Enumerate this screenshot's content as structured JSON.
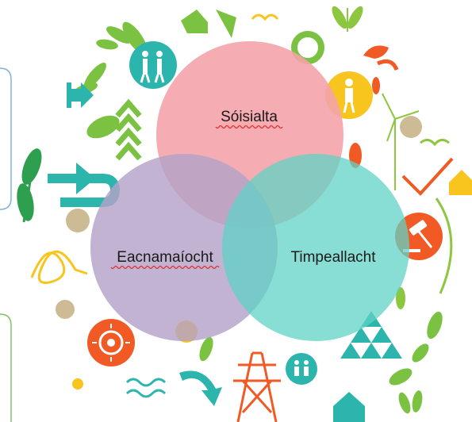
{
  "diagram": {
    "type": "venn",
    "sets": [
      {
        "label": "Sóisialta",
        "color": "#f4a3aa"
      },
      {
        "label": "Eacnamaíocht",
        "color": "#b4a2c8"
      },
      {
        "label": "Timpeallacht",
        "color": "#5fd3c5"
      }
    ]
  },
  "palette": {
    "green": "#7cc242",
    "teal": "#2bb5ad",
    "orange": "#f15a24",
    "yellow": "#f7c51e",
    "tan": "#cdbb95",
    "navy": "#2d4f86"
  },
  "icons": [
    "leaf-icon",
    "people-icon",
    "arrow-icon",
    "chevron-up-icon",
    "ring-icon",
    "person-icon",
    "wind-turbine-icon",
    "checkmark-icon",
    "house-icon",
    "gavel-icon",
    "sun-icon",
    "power-pylon-icon",
    "waves-icon",
    "triangles-icon"
  ]
}
